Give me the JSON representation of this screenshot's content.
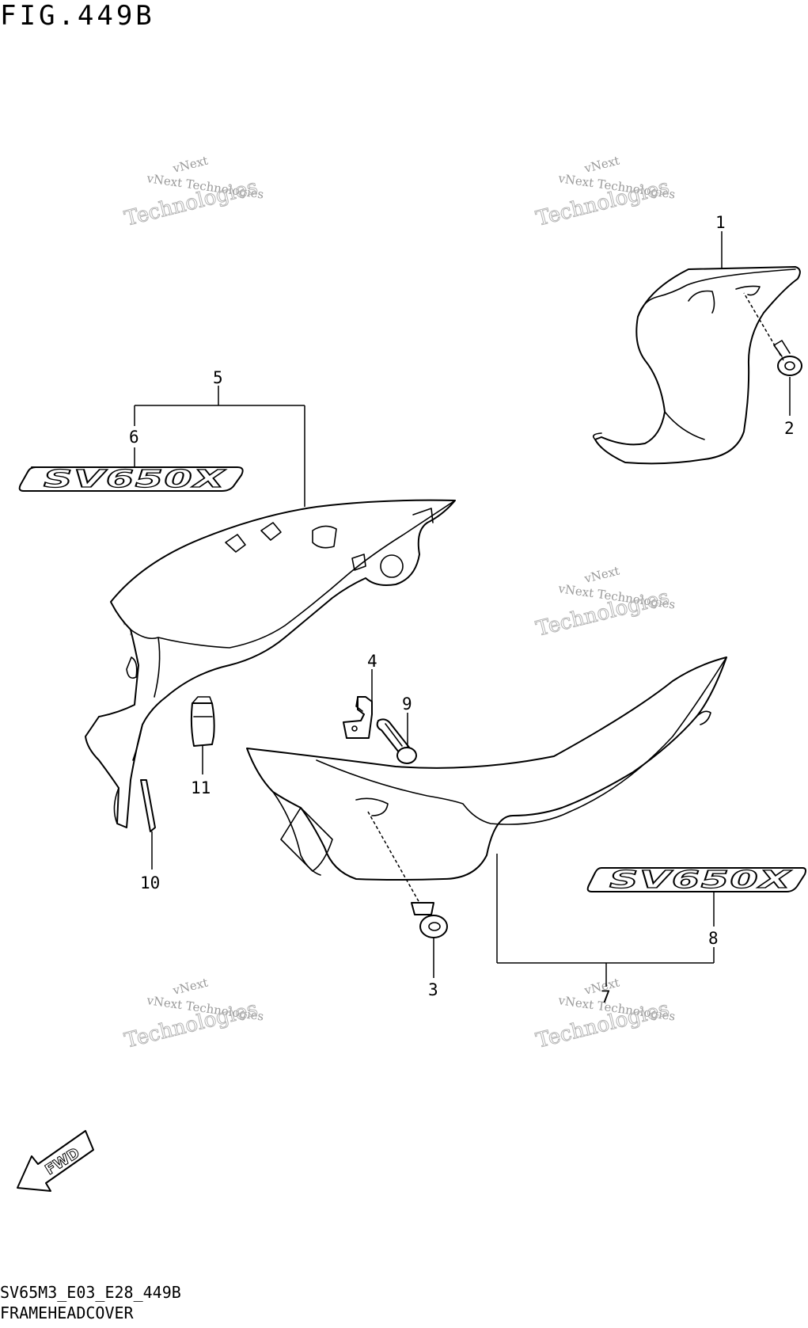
{
  "figure": {
    "title": "FIG.449B",
    "code": "SV65M3_E03_E28_449B",
    "name": "FRAMEHEADCOVER"
  },
  "callouts": [
    "1",
    "2",
    "3",
    "4",
    "5",
    "6",
    "7",
    "8",
    "9",
    "10",
    "11"
  ],
  "decal_text": "SV650X",
  "direction_label": "FWD",
  "watermark": {
    "line1": "vNext",
    "line2": "vNext Technologies",
    "line3": "Technologies"
  }
}
